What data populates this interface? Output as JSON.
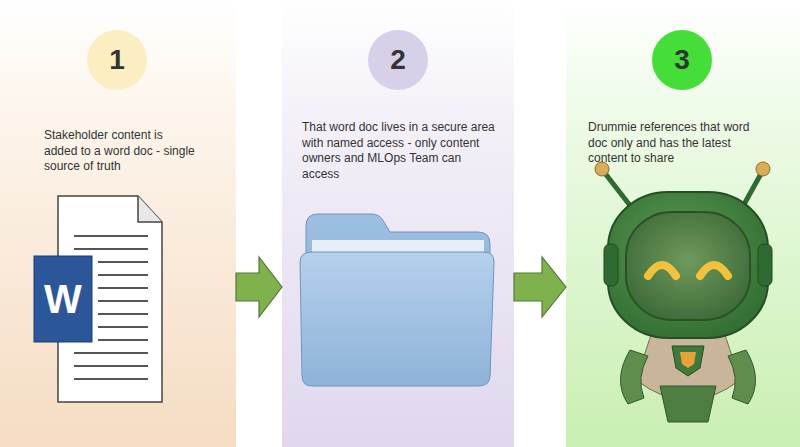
{
  "diagram": {
    "nodes": [
      {
        "text": [
          "Stakeholder content is added to a word doc - single source of truth"
        ]
      },
      {
        "text": [
          "1"
        ],
        "in": 0
      },
      {
        "text": [
          "That word doc lives in a secure area with named access - only content owners and MLOps Team can access"
        ]
      },
      {
        "text": [
          "2"
        ],
        "in": 2
      },
      {
        "text": [
          "Drummie references that word doc only and has the latest content to share"
        ]
      },
      {
        "text": [
          "3"
        ],
        "in": 4
      }
    ],
    "edges": [
      {
        "from": 0,
        "to": 2,
        "arrow": "to"
      },
      {
        "from": 2,
        "to": 4,
        "arrow": "to"
      }
    ],
    "labels": [
      "W"
    ]
  }
}
